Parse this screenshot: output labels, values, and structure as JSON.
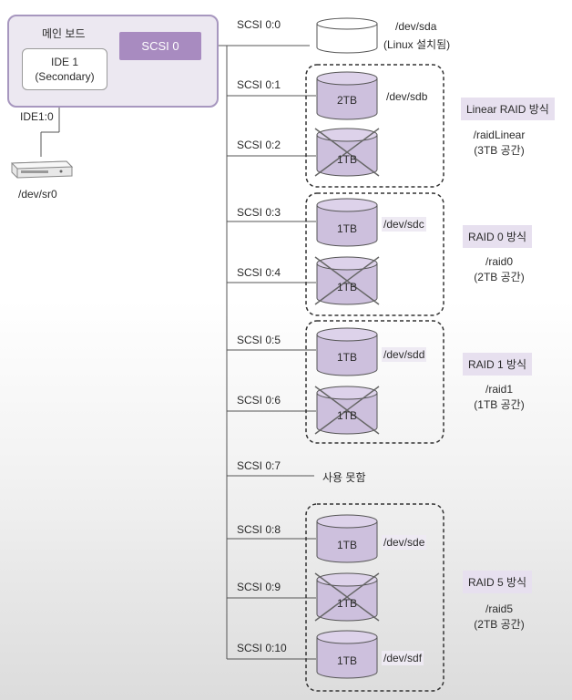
{
  "board": {
    "title": "메인 보드",
    "ide_line1": "IDE 1",
    "ide_line2": "(Secondary)",
    "scsi_label": "SCSI 0"
  },
  "ide_port": "IDE1:0",
  "cdrom_device": "/dev/sr0",
  "scsi_ports": [
    "SCSI 0:0",
    "SCSI 0:1",
    "SCSI 0:2",
    "SCSI 0:3",
    "SCSI 0:4",
    "SCSI 0:5",
    "SCSI 0:6",
    "SCSI 0:7",
    "SCSI 0:8",
    "SCSI 0:9",
    "SCSI 0:10"
  ],
  "disk_sda": {
    "device": "/dev/sda",
    "note": "(Linux 설치됨)"
  },
  "disk_sizes": [
    "2TB",
    "1TB",
    "1TB",
    "1TB",
    "1TB",
    "1TB",
    "1TB",
    "1TB",
    "1TB"
  ],
  "devices": [
    "/dev/sdb",
    "/dev/sdc",
    "/dev/sdd",
    "/dev/sde",
    "/dev/sdf"
  ],
  "unused_note": "사용 못함",
  "raid": [
    {
      "title": "Linear RAID 방식",
      "path": "/raidLinear",
      "space": "(3TB 공간)"
    },
    {
      "title": "RAID 0 방식",
      "path": "/raid0",
      "space": "(2TB 공간)"
    },
    {
      "title": "RAID 1 방식",
      "path": "/raid1",
      "space": "(1TB 공간)"
    },
    {
      "title": "RAID 5 방식",
      "path": "/raid5",
      "space": "(2TB 공간)"
    }
  ],
  "colors": {
    "board_bg": "#ece8f1",
    "board_border": "#a797bf",
    "scsi_fill": "#a88bc0",
    "disk_fill": "#cdc0dd",
    "disk_top": "#ddd2ea",
    "raid_title_bg": "#e7e0ef"
  }
}
